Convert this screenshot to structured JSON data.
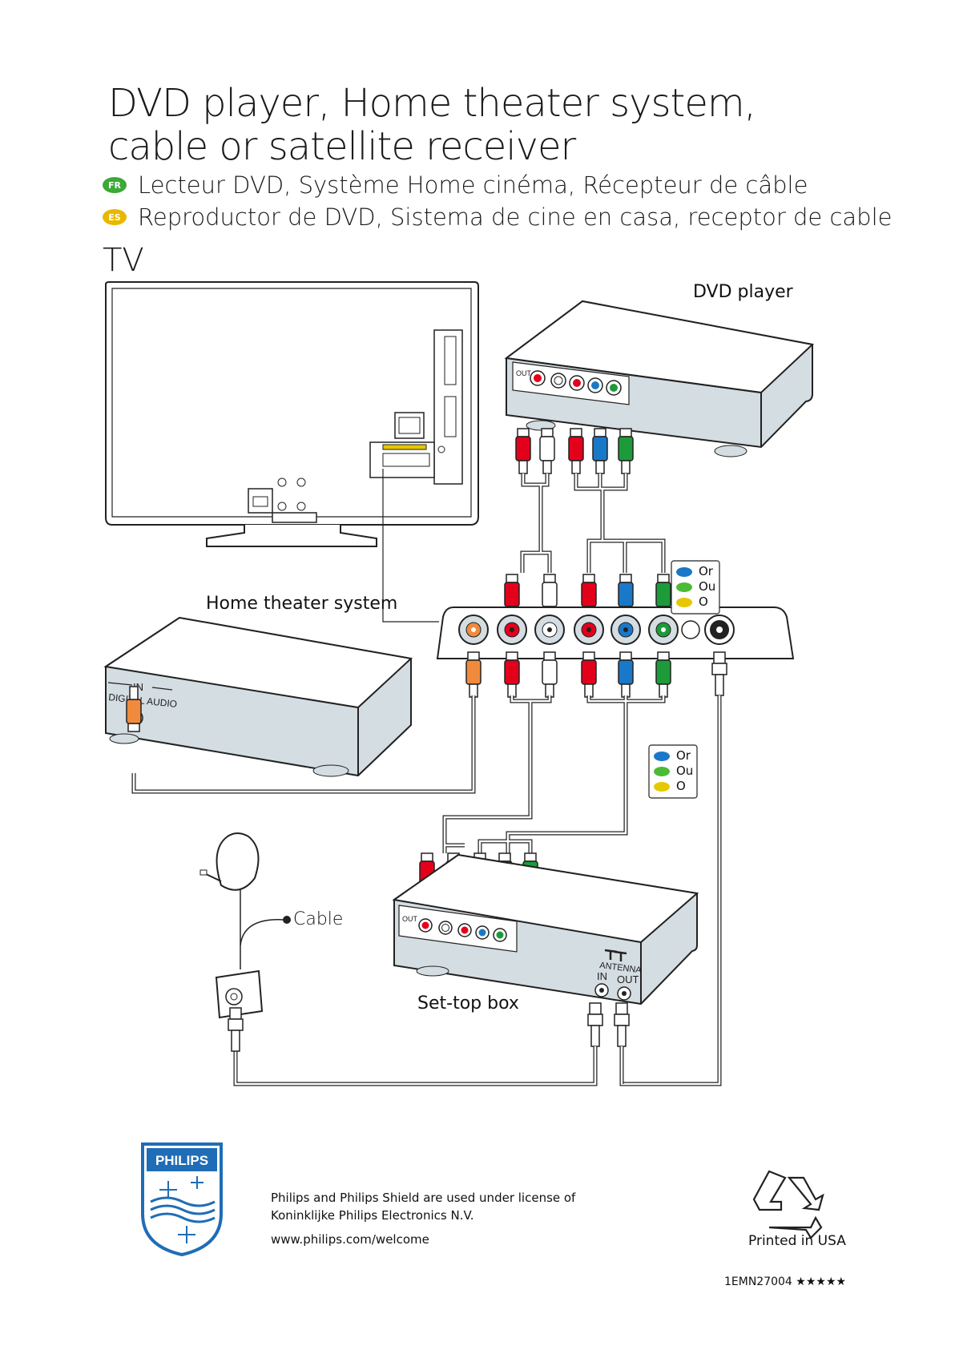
{
  "title_line1": "DVD player, Home theater system,",
  "title_line2": "cable or satellite receiver",
  "fr": {
    "badge": "FR",
    "text": "Lecteur DVD, Système Home cinéma, Récepteur de câble",
    "color": "#3aa935"
  },
  "es": {
    "badge": "ES",
    "text": "Reproductor de DVD, Sistema de cine en casa, receptor de cable",
    "color": "#e8b800"
  },
  "tv_label": "TV",
  "labels": {
    "dvd_player": "DVD player",
    "home_theater": "Home theater system",
    "set_top_box": "Set-top box",
    "cable": "Cable"
  },
  "panel": {
    "in": "IN",
    "digital_audio": "DIGITAL AUDIO",
    "in_small": "IN",
    "out": "OUT",
    "antenna": "ANTENNA",
    "antenna_in": "IN",
    "antenna_out": "OUT"
  },
  "legend": {
    "items": [
      {
        "text": "Or",
        "color": "#1a78c8"
      },
      {
        "text": "Ou",
        "color": "#4cba36"
      },
      {
        "text": "O",
        "color": "#e6c800"
      }
    ]
  },
  "colors": {
    "red": "#e3001b",
    "white": "#ffffff",
    "blue": "#1a78c8",
    "green": "#1d9b3a",
    "orange": "#f08a3c",
    "device_fill": "#d4dde2",
    "philips_blue": "#1f6db6"
  },
  "footer": {
    "brand": "PHILIPS",
    "license_line1": "Philips and Philips Shield are used under license of",
    "license_line2": "Koninklijke Philips Electronics N.V.",
    "url": "www.philips.com/welcome",
    "printed": "Printed in USA",
    "code": "1EMN27004 ★★★★★"
  }
}
